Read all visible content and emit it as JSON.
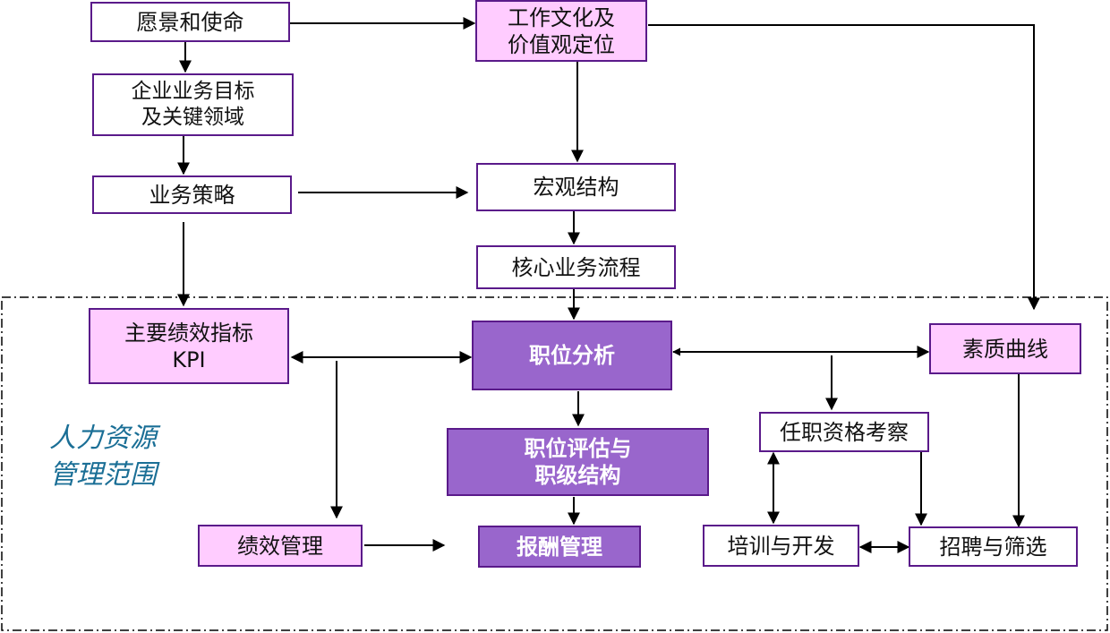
{
  "nodes": {
    "vision": "愿景和使命",
    "culture": "工作文化及\n价值观定位",
    "business_goals": "企业业务目标\n及关键领域",
    "business_strategy": "业务策略",
    "macro_structure": "宏观结构",
    "core_process": "核心业务流程",
    "kpi": "主要绩效指标\nKPI",
    "job_analysis": "职位分析",
    "competency_curve": "素质曲线",
    "job_evaluation": "职位评估与\n职级结构",
    "qualification": "任职资格考察",
    "performance_mgmt": "绩效管理",
    "compensation_mgmt": "报酬管理",
    "training": "培训与开发",
    "recruitment": "招聘与筛选"
  },
  "scope_label": "人力资源\n管理范围",
  "colors": {
    "box_border": "#5a1a8a",
    "pink_fill": "#ffccff",
    "purple_fill": "#9966cc",
    "scope_text": "#1b6f96"
  }
}
